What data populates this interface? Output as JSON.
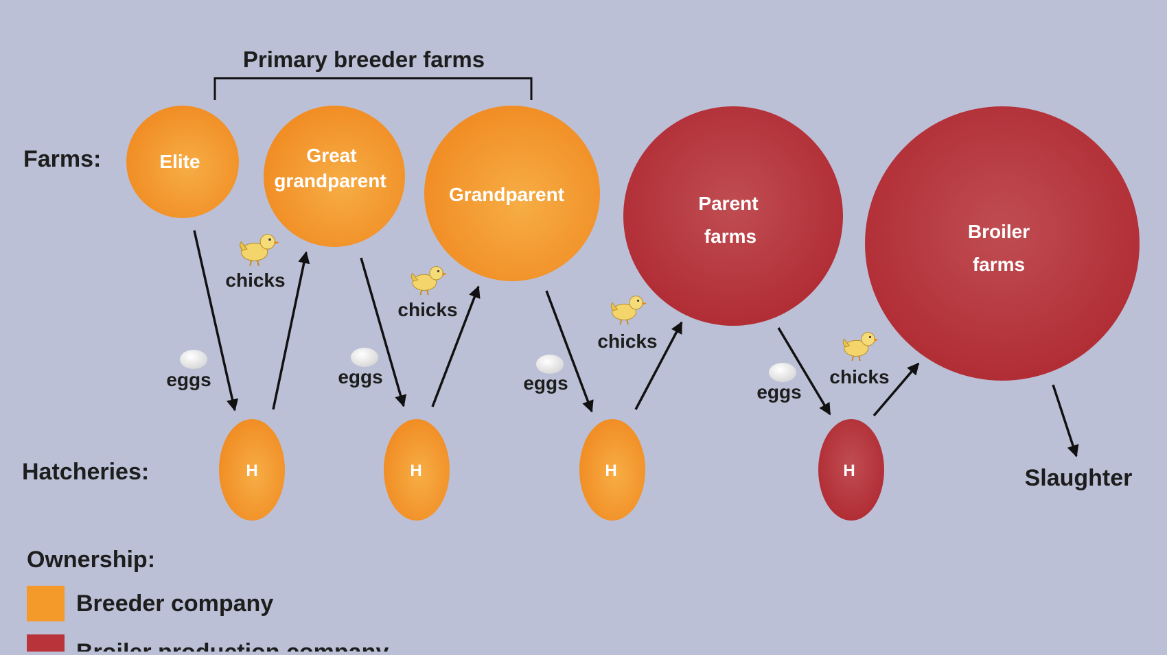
{
  "header": {
    "title": "Primary breeder farms"
  },
  "row_labels": {
    "farms": "Farms:",
    "hatcheries": "Hatcheries:"
  },
  "farms": [
    {
      "lines": [
        "Elite"
      ],
      "owner": "breeder"
    },
    {
      "lines": [
        "Great",
        "grandparent"
      ],
      "owner": "breeder"
    },
    {
      "lines": [
        "Grandparent"
      ],
      "owner": "breeder"
    },
    {
      "lines": [
        "Parent",
        "farms"
      ],
      "owner": "broiler"
    },
    {
      "lines": [
        "Broiler",
        "farms"
      ],
      "owner": "broiler"
    }
  ],
  "hatcheries": [
    {
      "label": "H",
      "owner": "breeder"
    },
    {
      "label": "H",
      "owner": "breeder"
    },
    {
      "label": "H",
      "owner": "breeder"
    },
    {
      "label": "H",
      "owner": "broiler"
    }
  ],
  "flow_labels": {
    "eggs": "eggs",
    "chicks": "chicks"
  },
  "end_label": "Slaughter",
  "legend": {
    "title": "Ownership:",
    "items": [
      {
        "label": "Breeder company",
        "color": "#f39a2b"
      },
      {
        "label": "Broiler production company",
        "color": "#b9333a"
      }
    ]
  },
  "colors": {
    "background": "#bcc0d6",
    "breeder": "#f39a2b",
    "broiler": "#b9333a"
  }
}
